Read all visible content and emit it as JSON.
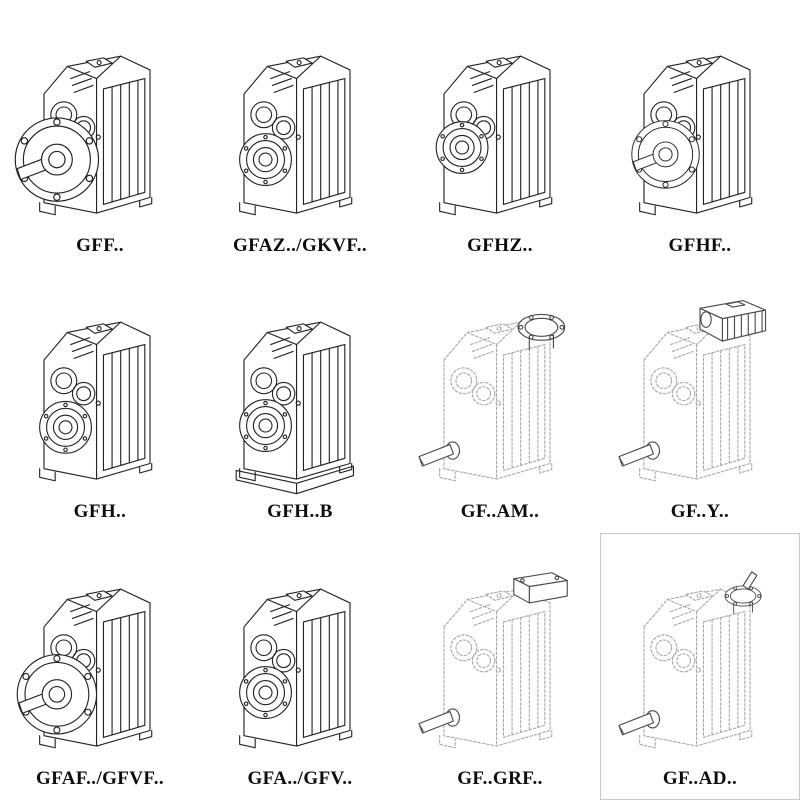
{
  "page": {
    "background": "#ffffff",
    "line_ink": "#232323",
    "ghost_ink": "#a9a9a9",
    "label_ink": "#0d0d0d"
  },
  "products": [
    {
      "label": "GFF..",
      "drawing": "gearbox-output-flange-solid"
    },
    {
      "label": "GFAZ../GKVF..",
      "drawing": "gearbox-hollow-shaft-solid"
    },
    {
      "label": "GFHZ..",
      "drawing": "gearbox-hollow-shaft-solid"
    },
    {
      "label": "GFHF..",
      "drawing": "gearbox-output-flange-solid"
    },
    {
      "label": "GFH..",
      "drawing": "gearbox-hollow-shaft-solid"
    },
    {
      "label": "GFH..B",
      "drawing": "gearbox-hollow-shaft-baseplate-solid"
    },
    {
      "label": "GF..AM..",
      "drawing": "gearbox-ghost-top-flange-input"
    },
    {
      "label": "GF..Y..",
      "drawing": "gearbox-ghost-motor-mounted"
    },
    {
      "label": "GFAF../GFVF..",
      "drawing": "gearbox-output-flange-solid"
    },
    {
      "label": "GFA../GFV..",
      "drawing": "gearbox-hollow-shaft-solid"
    },
    {
      "label": "GF..GRF..",
      "drawing": "gearbox-ghost-mount-block-input"
    },
    {
      "label": "GF..AD..",
      "drawing": "gearbox-ghost-input-adapter"
    }
  ]
}
